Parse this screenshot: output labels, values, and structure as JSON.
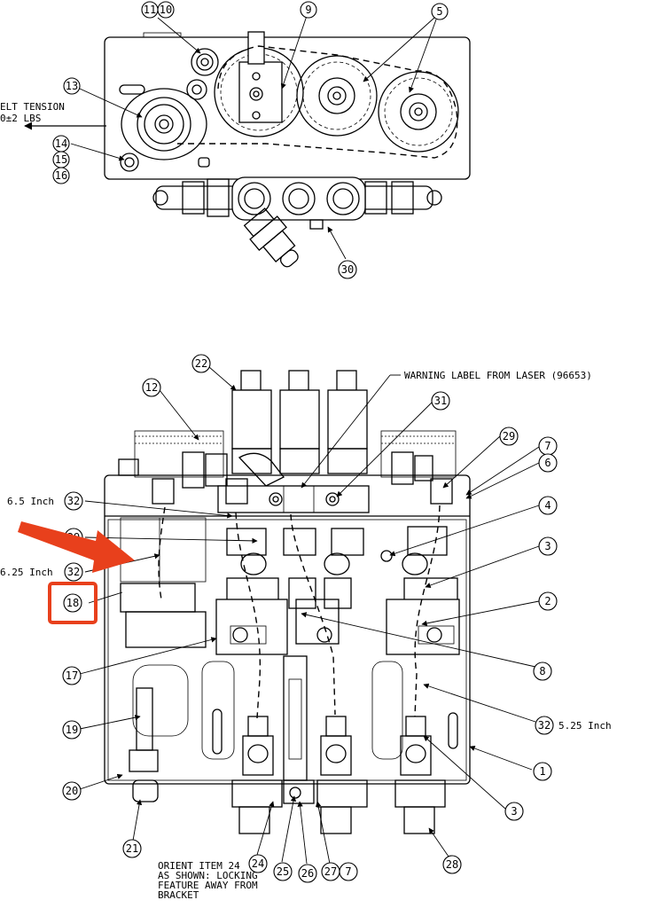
{
  "notes": {
    "belt_tension_1": "ELT TENSION",
    "belt_tension_2": "0±2 LBS",
    "warning_label": "WARNING LABEL FROM LASER (96653)",
    "inch_65": "6.5 Inch",
    "inch_625": "6.25 Inch",
    "inch_525": "5.25 Inch",
    "orient_1": "ORIENT ITEM 24",
    "orient_2": "AS SHOWN: LOCKING",
    "orient_3": "FEATURE AWAY FROM",
    "orient_4": "BRACKET"
  },
  "bubbles": {
    "b11": "11",
    "b10": "10",
    "b9": "9",
    "b5": "5",
    "b13": "13",
    "b14": "14",
    "b15": "15",
    "b16": "16",
    "b30": "30",
    "b22": "22",
    "b12": "12",
    "b31": "31",
    "b29": "29",
    "b7a": "7",
    "b6": "6",
    "b32a": "32",
    "b4": "4",
    "b29b": "29",
    "b3a": "3",
    "b32b": "32",
    "b18": "18",
    "b2": "2",
    "b17": "17",
    "b8": "8",
    "b32c": "32",
    "b19": "19",
    "b1": "1",
    "b20": "20",
    "b3b": "3",
    "b21": "21",
    "b24": "24",
    "b25": "25",
    "b26": "26",
    "b27": "27",
    "b7b": "7",
    "b28": "28"
  },
  "colors": {
    "highlight": "#e8401c",
    "line": "#000000"
  }
}
